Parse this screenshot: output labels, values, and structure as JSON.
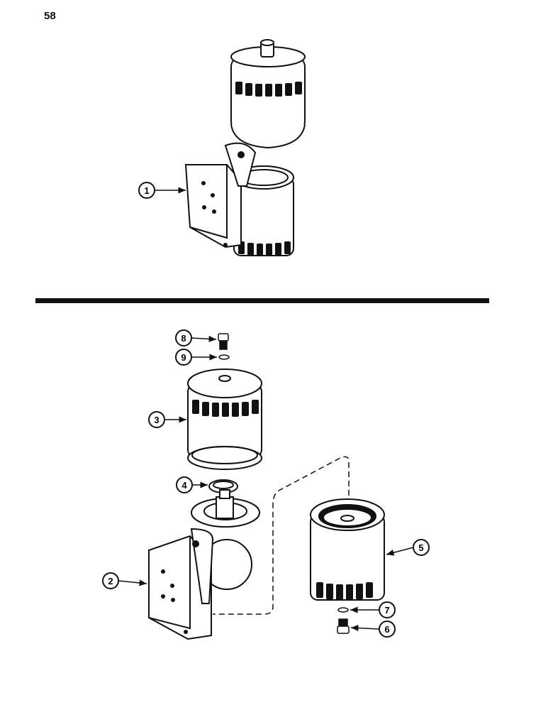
{
  "page": {
    "number": "58"
  },
  "colors": {
    "ink": "#111111",
    "paper": "#ffffff"
  },
  "callouts": [
    "1",
    "2",
    "3",
    "4",
    "5",
    "6",
    "7",
    "8",
    "9"
  ],
  "icons": [
    "filter-assembly-icon",
    "mounting-bracket-icon",
    "filter-cartridge-icon",
    "sealing-ring-icon",
    "plug-icon",
    "o-ring-icon"
  ]
}
